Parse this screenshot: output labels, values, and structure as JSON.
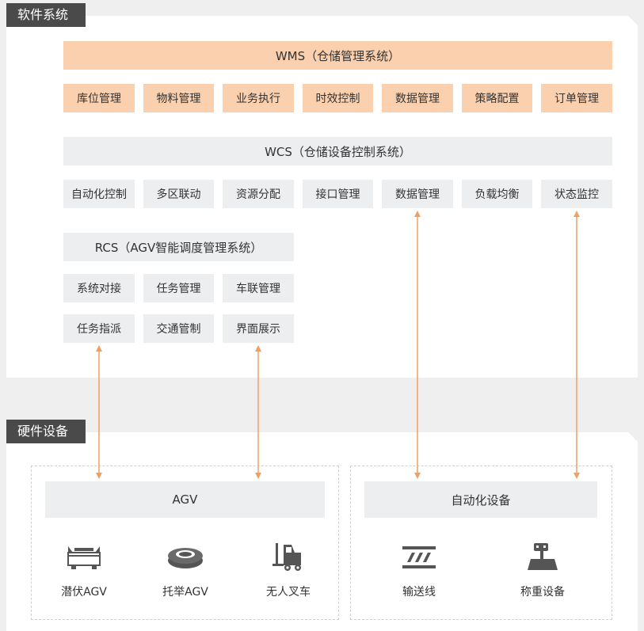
{
  "software_tag": "软件系统",
  "hardware_tag": "硬件设备",
  "wms": {
    "title": "WMS（仓储管理系统）",
    "items": [
      "库位管理",
      "物料管理",
      "业务执行",
      "时效控制",
      "数据管理",
      "策略配置",
      "订单管理"
    ]
  },
  "wcs": {
    "title": "WCS（仓储设备控制系统）",
    "items": [
      "自动化控制",
      "多区联动",
      "资源分配",
      "接口管理",
      "数据管理",
      "负载均衡",
      "状态监控"
    ]
  },
  "rcs": {
    "title": "RCS（AGV智能调度管理系统）",
    "items": [
      "系统对接",
      "任务管理",
      "车联管理",
      "任务指派",
      "交通管制",
      "界面展示"
    ]
  },
  "agv": {
    "title": "AGV",
    "devices": [
      {
        "label": "潜伏AGV",
        "icon": "latent-agv-icon"
      },
      {
        "label": "托举AGV",
        "icon": "lifting-agv-icon"
      },
      {
        "label": "无人叉车",
        "icon": "forklift-icon"
      }
    ]
  },
  "automation": {
    "title": "自动化设备",
    "devices": [
      {
        "label": "输送线",
        "icon": "conveyor-icon"
      },
      {
        "label": "称重设备",
        "icon": "scale-icon"
      }
    ]
  },
  "colors": {
    "arrow": "#f0a060",
    "peach": "#fad0ae",
    "gray_box": "#eceeef",
    "tag_bg": "#4a4a4a",
    "icon": "#555555"
  }
}
